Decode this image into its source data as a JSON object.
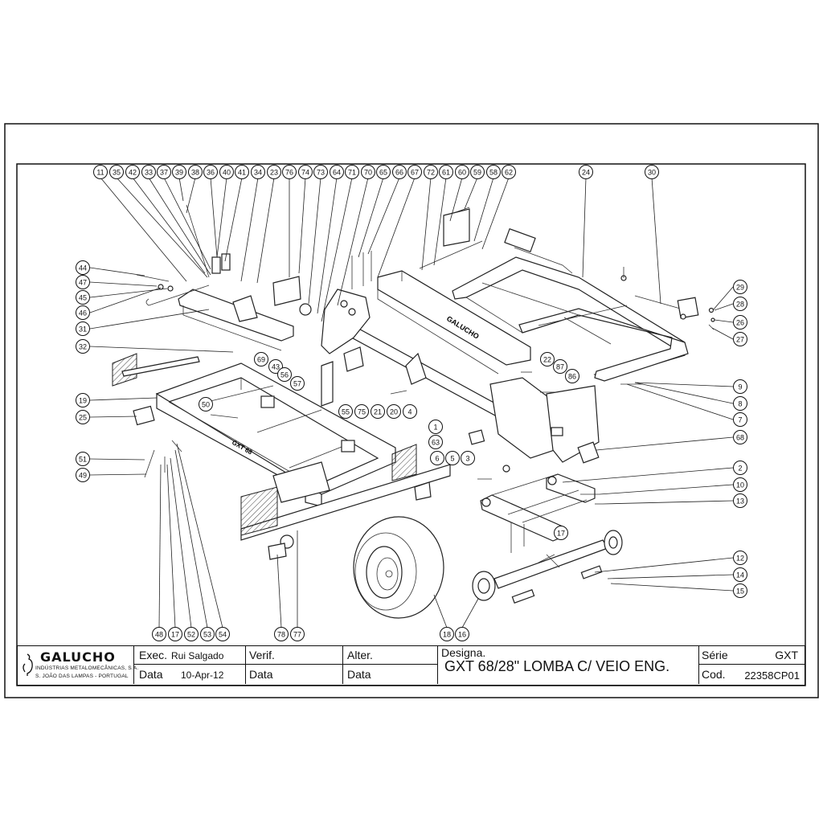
{
  "company": {
    "name": "GALUCHO",
    "line1": "INDÚSTRIAS METALOMECÂNICAS, S.A.",
    "line2": "S. JOÃO DAS LAMPAS - PORTUGAL"
  },
  "frame_labels": {
    "main_beam": "GALUCHO",
    "side_beam": "GXT 68"
  },
  "title_block": {
    "exec_label": "Exec.",
    "exec_value": "Rui Salgado",
    "data_label": "Data",
    "data_value": "10-Apr-12",
    "verif_label": "Verif.",
    "verif_data_label": "Data",
    "alter_label": "Alter.",
    "alter_data_label": "Data",
    "designa_label": "Designa.",
    "designa_value": "GXT 68/28\" LOMBA C/ VEIO ENG.",
    "serie_label": "Série",
    "serie_value": "GXT",
    "cod_label": "Cod.",
    "cod_value": "22358CP01"
  },
  "balloons_top": [
    "11",
    "35",
    "42",
    "33",
    "37",
    "39",
    "38",
    "36",
    "40",
    "41",
    "34",
    "23",
    "76",
    "74",
    "73",
    "64",
    "71",
    "70",
    "65",
    "66",
    "67",
    "72",
    "61",
    "60",
    "59",
    "58",
    "62",
    "24",
    "30"
  ],
  "balloons_left": [
    "44",
    "47",
    "45",
    "46",
    "31",
    "32",
    "19",
    "25",
    "51",
    "49"
  ],
  "balloons_right": [
    "29",
    "28",
    "26",
    "27",
    "9",
    "8",
    "7",
    "68",
    "2",
    "10",
    "13",
    "12",
    "14",
    "15"
  ],
  "balloons_bottom": [
    "48",
    "17",
    "52",
    "53",
    "54",
    "78",
    "77",
    "18",
    "16"
  ],
  "balloons_mid": [
    "69",
    "43",
    "56",
    "57",
    "55",
    "75",
    "21",
    "20",
    "4",
    "22",
    "87",
    "86",
    "1",
    "63",
    "6",
    "5",
    "3",
    "50",
    "17"
  ]
}
